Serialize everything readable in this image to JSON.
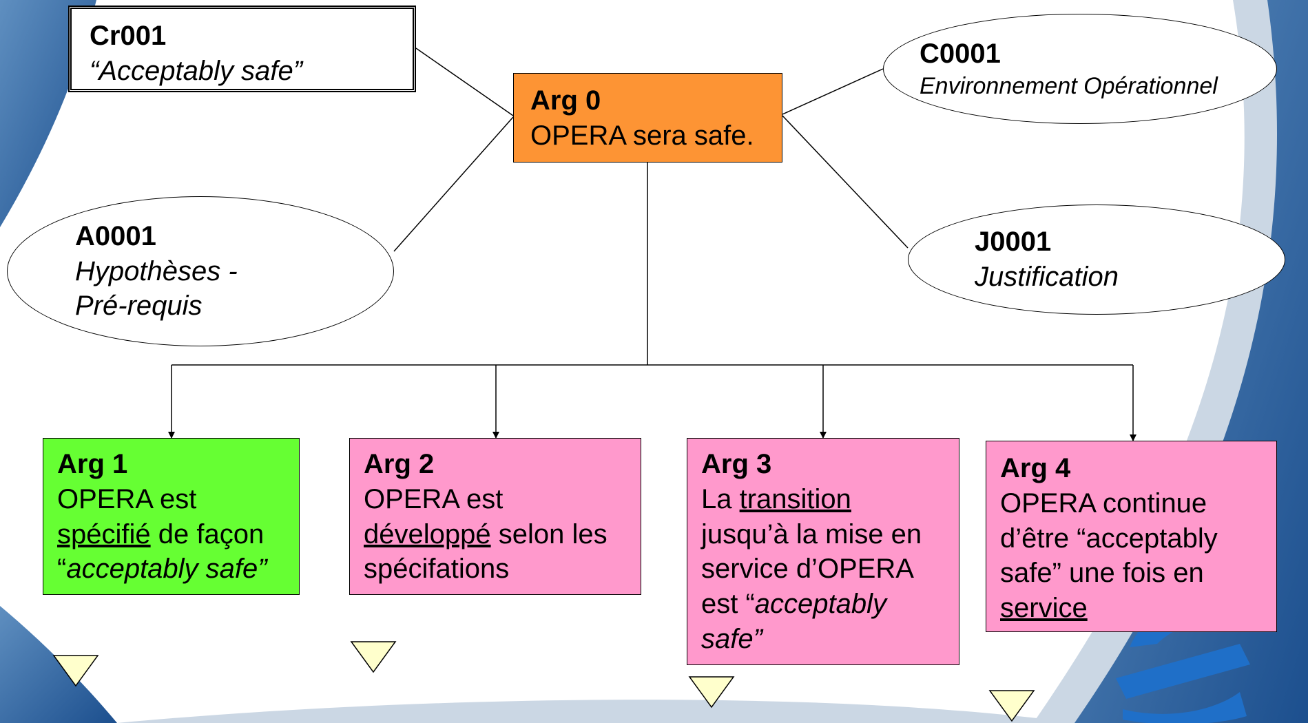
{
  "colors": {
    "background_blue": "#5f8fc0",
    "background_dark": "#1c4f8e",
    "frame_band": "#cbd7e4",
    "arg0_fill": "#fd9434",
    "arg1_fill": "#66ff33",
    "arg_pink_fill": "#ff99cc",
    "undeveloped_fill": "#ffffcc",
    "logo_blue": "#1f6fc8"
  },
  "icons": [
    "undeveloped-triangle-icon",
    "eurocontrol-logo-icon"
  ],
  "nodes": {
    "cr001": {
      "id": "Cr001",
      "text": "“Acceptably safe”"
    },
    "arg0": {
      "id": "Arg 0",
      "text": "OPERA sera safe."
    },
    "c0001": {
      "id": "C0001",
      "text": "Environnement Opérationnel"
    },
    "a0001": {
      "id": "A0001",
      "line1": "Hypothèses -",
      "line2": "Pré-requis"
    },
    "j0001": {
      "id": "J0001",
      "text": "Justification"
    },
    "arg1": {
      "id": "Arg 1",
      "line1": "OPERA est",
      "underlined": "spécifié",
      "after": " de façon",
      "quote_open": "“",
      "italic": "acceptably safe”"
    },
    "arg2": {
      "id": "Arg 2",
      "line1": "OPERA est",
      "underlined": "développé",
      "after": " selon les",
      "line3": "spécifations"
    },
    "arg3": {
      "id": "Arg 3",
      "prefix": "La ",
      "underlined": "transition",
      "line2": "jusqu’à la mise en",
      "line3": "service d’OPERA",
      "line4": "est “",
      "italic1": "acceptably",
      "italic2": "safe”"
    },
    "arg4": {
      "id": "Arg 4",
      "line1": "OPERA continue",
      "line2": "d’être “acceptably",
      "line3": "safe” une fois en",
      "underlined": "service"
    }
  }
}
